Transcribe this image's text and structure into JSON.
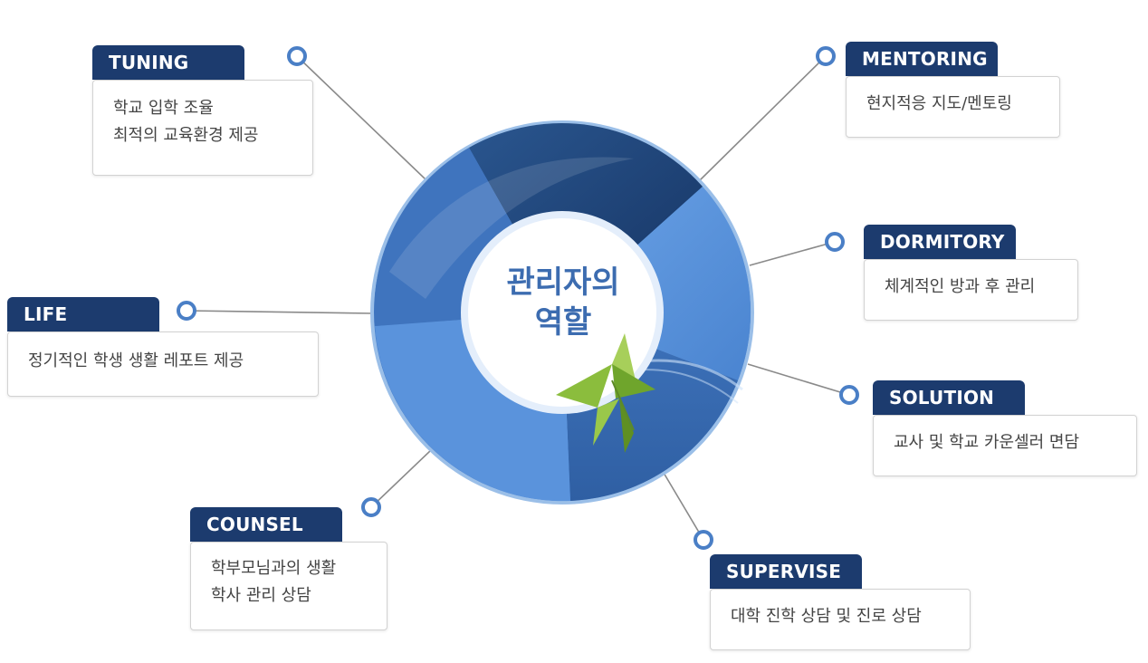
{
  "center": {
    "line1": "관리자의",
    "line2": "역할"
  },
  "roles": [
    {
      "key": "tuning",
      "title": "TUNING",
      "lines": [
        "학교 입학 조율",
        "최적의 교육환경 제공"
      ]
    },
    {
      "key": "mentoring",
      "title": "MENTORING",
      "lines": [
        "현지적응 지도/멘토링"
      ]
    },
    {
      "key": "dormitory",
      "title": "DORMITORY",
      "lines": [
        "체계적인 방과 후 관리"
      ]
    },
    {
      "key": "life",
      "title": "LIFE",
      "lines": [
        "정기적인 학생 생활  레포트 제공"
      ]
    },
    {
      "key": "solution",
      "title": "SOLUTION",
      "lines": [
        "교사 및 학교 카운셀러 면담"
      ]
    },
    {
      "key": "counsel",
      "title": "COUNSEL",
      "lines": [
        "학부모님과의 생활",
        "학사 관리 상담"
      ]
    },
    {
      "key": "supervise",
      "title": "SUPERVISE",
      "lines": [
        "대학 진학 상담 및 진로 상담"
      ]
    }
  ],
  "colors": {
    "tag_bg": "#1c3b6e",
    "ring_light": "#5b95dd",
    "ring_dark": "#1e4478",
    "center_text": "#3c6cb0",
    "connector_circle": "#4a7fc6"
  },
  "icons": {
    "center_decoration": "paper-pinwheel-icon"
  }
}
